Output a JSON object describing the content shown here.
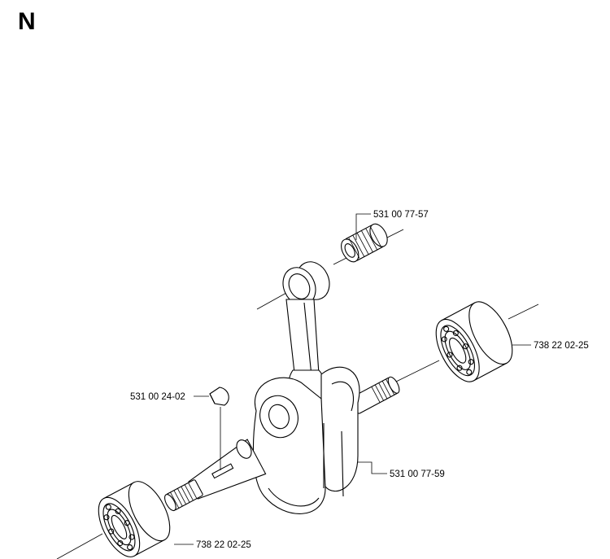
{
  "section": {
    "letter": "N"
  },
  "parts": {
    "needle_bearing": {
      "part_no": "531 00 77-57"
    },
    "ball_bearing_right": {
      "part_no": "738 22 02-25"
    },
    "woodruff_key": {
      "part_no": "531 00 24-02"
    },
    "crankshaft": {
      "part_no": "531 00 77-59"
    },
    "ball_bearing_left": {
      "part_no": "738 22 02-25"
    }
  },
  "colors": {
    "line": "#000000",
    "background": "#ffffff"
  }
}
